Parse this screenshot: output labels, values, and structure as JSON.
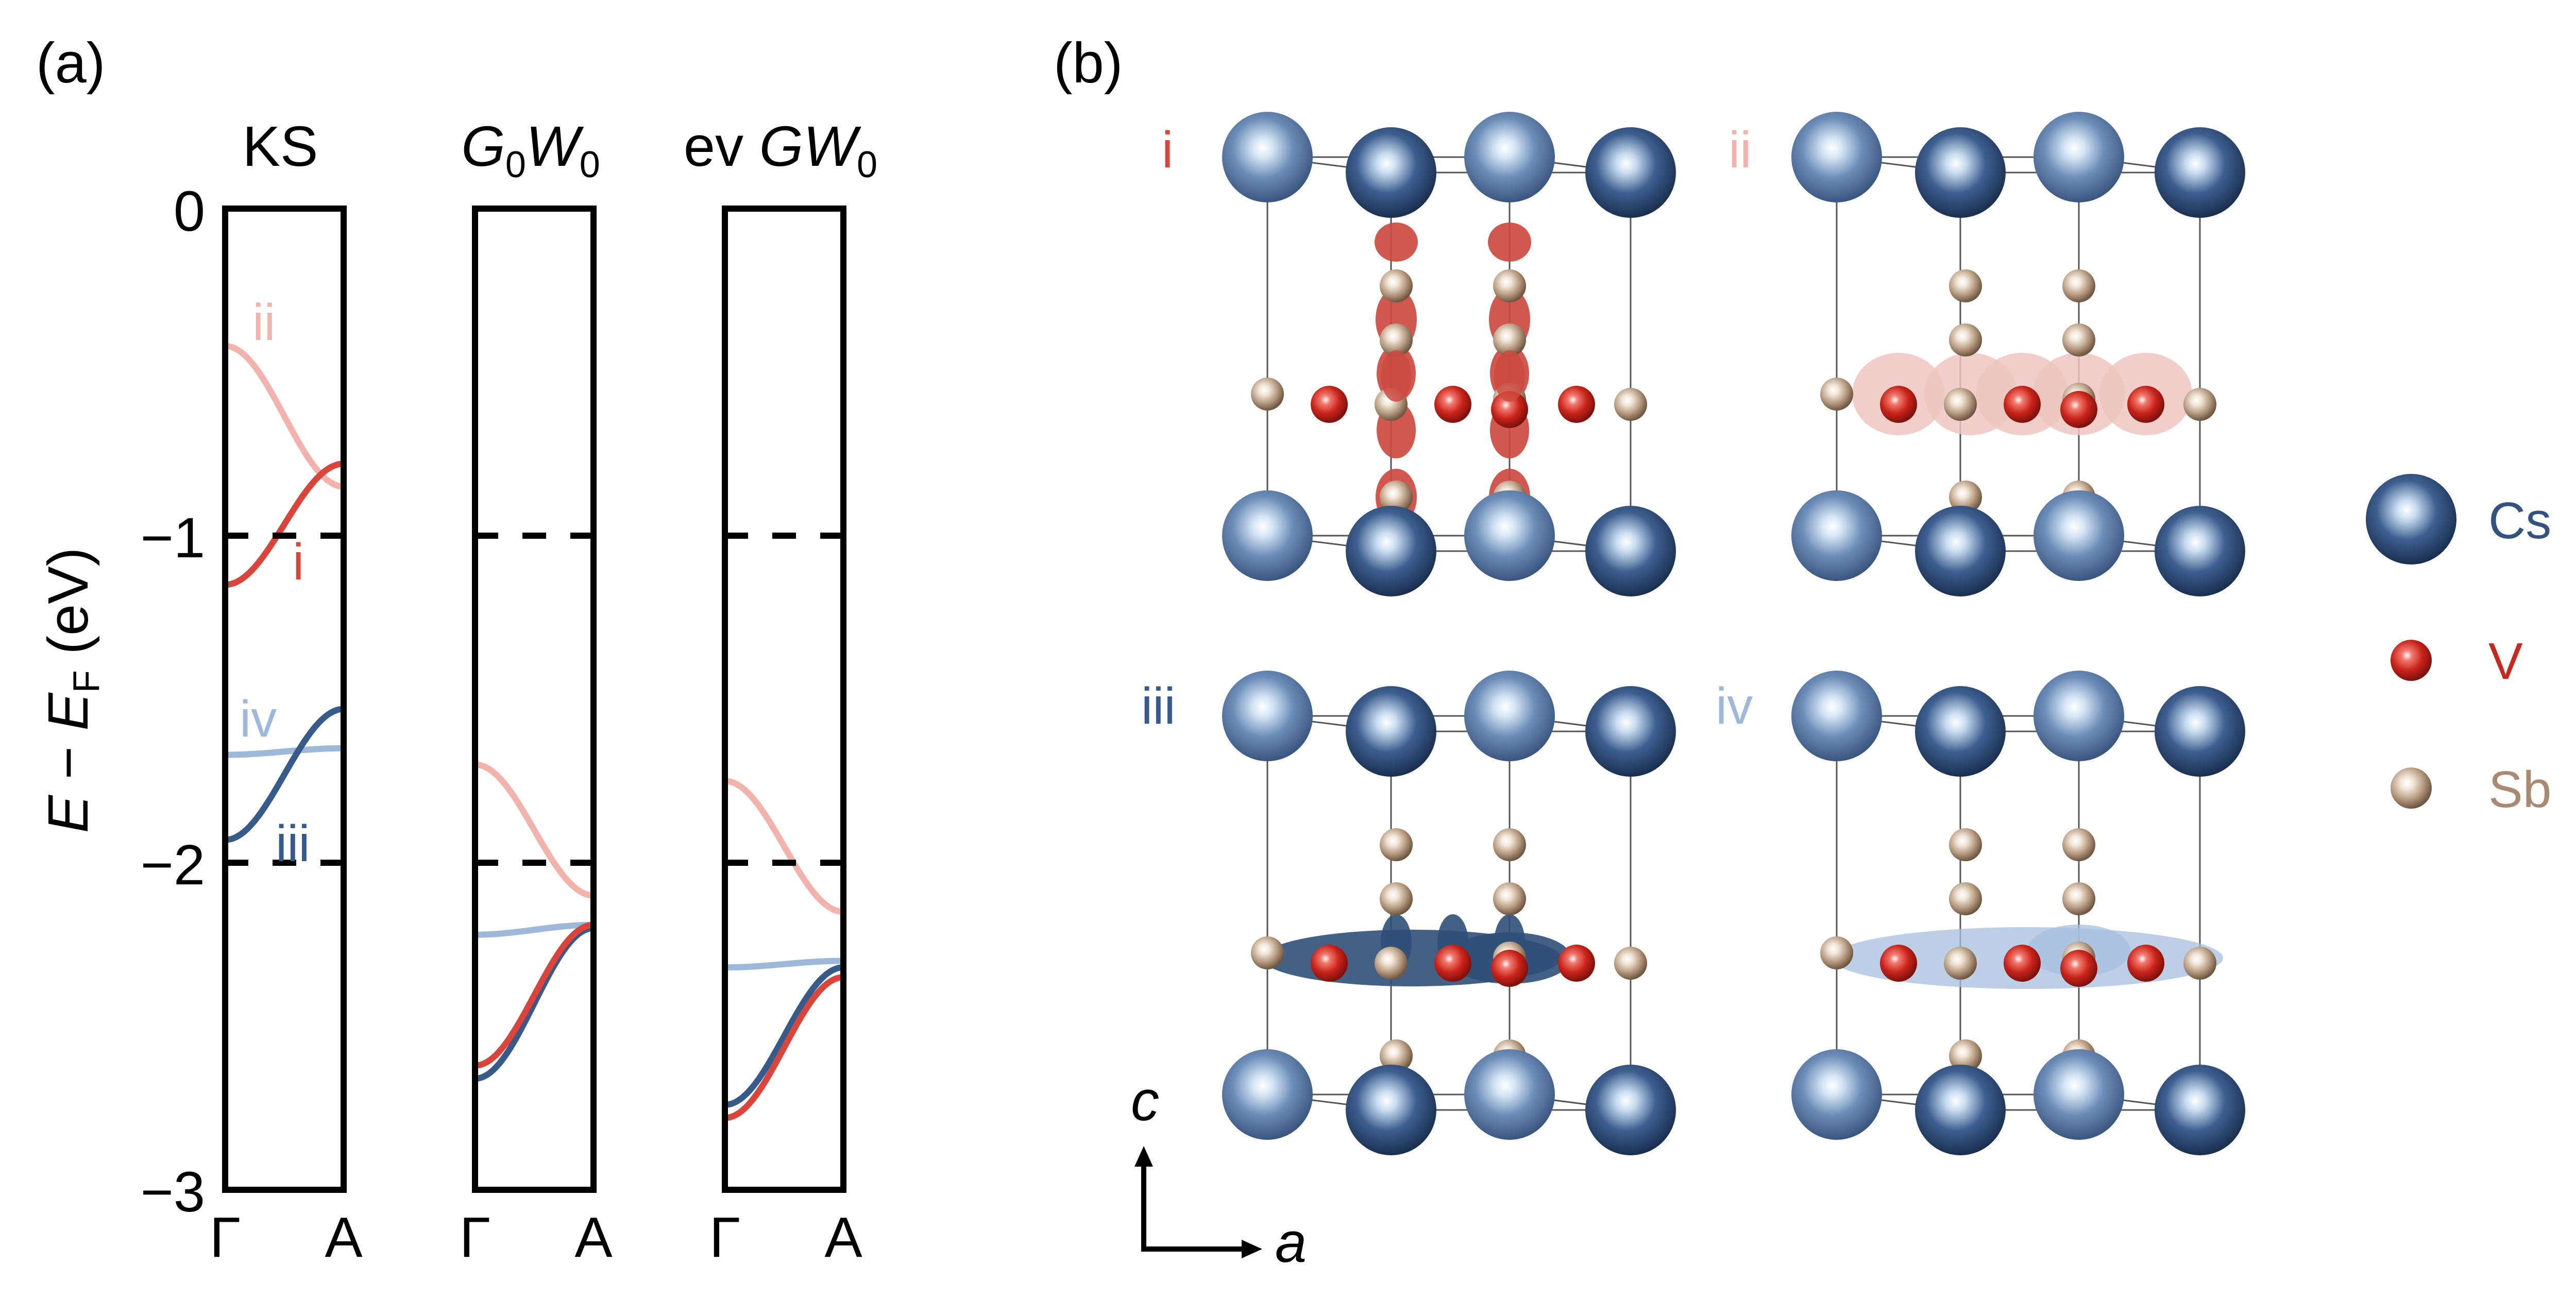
{
  "panel_a": {
    "label": "(a)",
    "ylabel": {
      "E": "E",
      "minus": " − ",
      "sub_E": "E",
      "sub": "F",
      "unit": " (eV)"
    },
    "y_ticks": [
      "0",
      "−1",
      "−2",
      "−3"
    ],
    "x_ticks": [
      "Γ",
      "A"
    ],
    "columns": [
      {
        "title": [
          {
            "text": "KS",
            "italic": false
          }
        ]
      },
      {
        "title": [
          {
            "text": "G",
            "italic": true
          },
          {
            "text": "0",
            "italic": false,
            "sub": true
          },
          {
            "text": "W",
            "italic": true
          },
          {
            "text": "0",
            "italic": false,
            "sub": true
          }
        ]
      },
      {
        "title": [
          {
            "text": "ev ",
            "italic": false
          },
          {
            "text": "GW",
            "italic": true
          },
          {
            "text": "0",
            "italic": false,
            "sub": true
          }
        ]
      }
    ],
    "band_labels": [
      "ii",
      "i",
      "iv",
      "iii"
    ]
  },
  "panel_b": {
    "label": "(b)",
    "panel_labels": [
      "i",
      "ii",
      "iii",
      "iv"
    ],
    "axes": {
      "c": "c",
      "a": "a"
    },
    "legend": [
      "Cs",
      "V",
      "Sb"
    ]
  },
  "colors": {
    "i": "#d9453a",
    "ii": "#f1b3ab",
    "iii": "#365a8a",
    "iv": "#9db8d9",
    "Cs": "#34527f",
    "V": "#c9281e",
    "Sb": "#a88b72"
  },
  "chart_data": [
    {
      "type": "line",
      "title": "KS",
      "x": [
        "Γ",
        "A"
      ],
      "ylim": [
        -3,
        0
      ],
      "ylabel": "E − E_F (eV)",
      "series": [
        {
          "name": "ii",
          "values": [
            -0.42,
            -0.85
          ]
        },
        {
          "name": "i",
          "values": [
            -1.15,
            -0.78
          ]
        },
        {
          "name": "iv",
          "values": [
            -1.67,
            -1.65
          ]
        },
        {
          "name": "iii",
          "values": [
            -1.93,
            -1.53
          ]
        }
      ]
    },
    {
      "type": "line",
      "title": "G0W0",
      "x": [
        "Γ",
        "A"
      ],
      "ylim": [
        -3,
        0
      ],
      "series": [
        {
          "name": "ii",
          "values": [
            -1.7,
            -2.1
          ]
        },
        {
          "name": "i",
          "values": [
            -2.62,
            -2.19
          ]
        },
        {
          "name": "iv",
          "values": [
            -2.22,
            -2.19
          ]
        },
        {
          "name": "iii",
          "values": [
            -2.66,
            -2.2
          ]
        }
      ]
    },
    {
      "type": "line",
      "title": "evGW0",
      "x": [
        "Γ",
        "A"
      ],
      "ylim": [
        -3,
        0
      ],
      "series": [
        {
          "name": "ii",
          "values": [
            -1.75,
            -2.15
          ]
        },
        {
          "name": "i",
          "values": [
            -2.78,
            -2.35
          ]
        },
        {
          "name": "iv",
          "values": [
            -2.32,
            -2.3
          ]
        },
        {
          "name": "iii",
          "values": [
            -2.74,
            -2.32
          ]
        }
      ]
    }
  ]
}
